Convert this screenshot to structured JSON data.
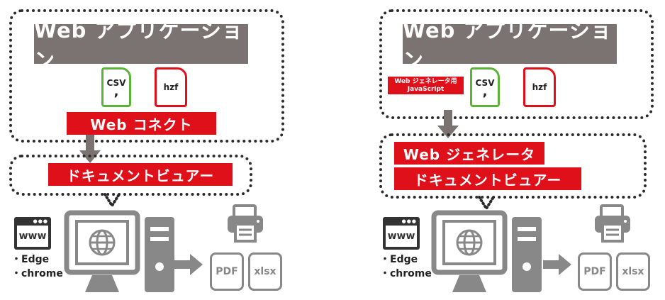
{
  "left": {
    "app_title": "Web アプリケーション",
    "csv_label": "CSV",
    "hzf_label": "hzf",
    "connect_label": "Web コネクト",
    "viewer_label": "ドキュメントビュアー",
    "www_label": "www",
    "browsers": [
      "・Edge",
      "・chrome"
    ],
    "pdf_label": "PDF",
    "xlsx_label": "xlsx"
  },
  "right": {
    "app_title": "Web アプリケーション",
    "js_label_line1": "Web ジェネレータ用",
    "js_label_line2": "JavaScript",
    "csv_label": "CSV",
    "hzf_label": "hzf",
    "generator_label": "Web ジェネレータ",
    "viewer_label": "ドキュメントビュアー",
    "www_label": "www",
    "browsers": [
      "・Edge",
      "・chrome"
    ],
    "pdf_label": "PDF",
    "xlsx_label": "xlsx"
  },
  "colors": {
    "red": "#e0101b",
    "gray": "#7a7372",
    "green": "#5db33a",
    "icon_gray": "#888888"
  }
}
